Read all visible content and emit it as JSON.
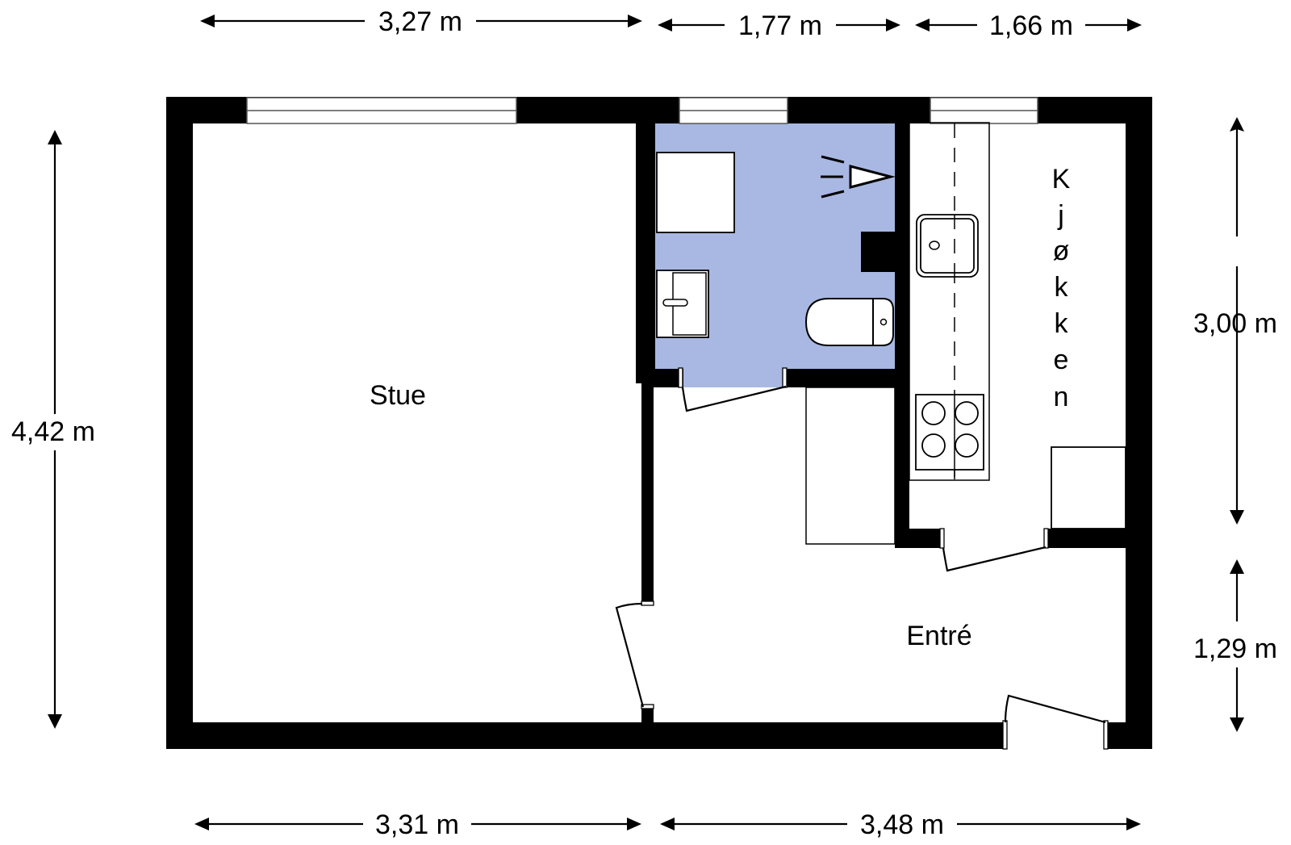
{
  "colors": {
    "wall": "#000000",
    "bathroom_fill": "#a8b8e2",
    "background": "#ffffff"
  },
  "rooms": {
    "living_room": "Stue",
    "entrance": "Entré",
    "kitchen_letters": [
      "K",
      "j",
      "ø",
      "k",
      "k",
      "e",
      "n"
    ]
  },
  "dimensions": {
    "top": [
      "3,27 m",
      "1,77 m",
      "1,66 m"
    ],
    "bottom": [
      "3,31 m",
      "3,48 m"
    ],
    "left": "4,42 m",
    "right_upper": "3,00 m",
    "right_lower": "1,29 m"
  },
  "fixtures": {
    "bathroom": [
      "shower",
      "washing-machine",
      "sink",
      "toilet"
    ],
    "kitchen": [
      "sink",
      "cooktop",
      "fridge"
    ],
    "hall": [
      "wardrobe"
    ]
  }
}
